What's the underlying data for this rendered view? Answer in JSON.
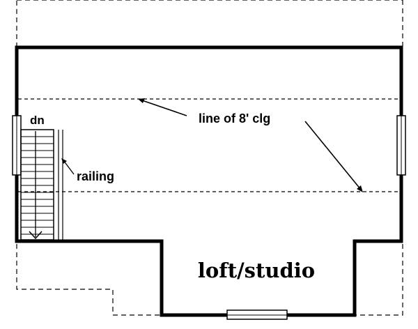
{
  "plan": {
    "labels": {
      "dn": "dn",
      "railing": "railing",
      "ceiling_line": "line of 8' clg",
      "room": "loft/studio"
    },
    "colors": {
      "line": "#000000",
      "background": "#ffffff"
    }
  }
}
